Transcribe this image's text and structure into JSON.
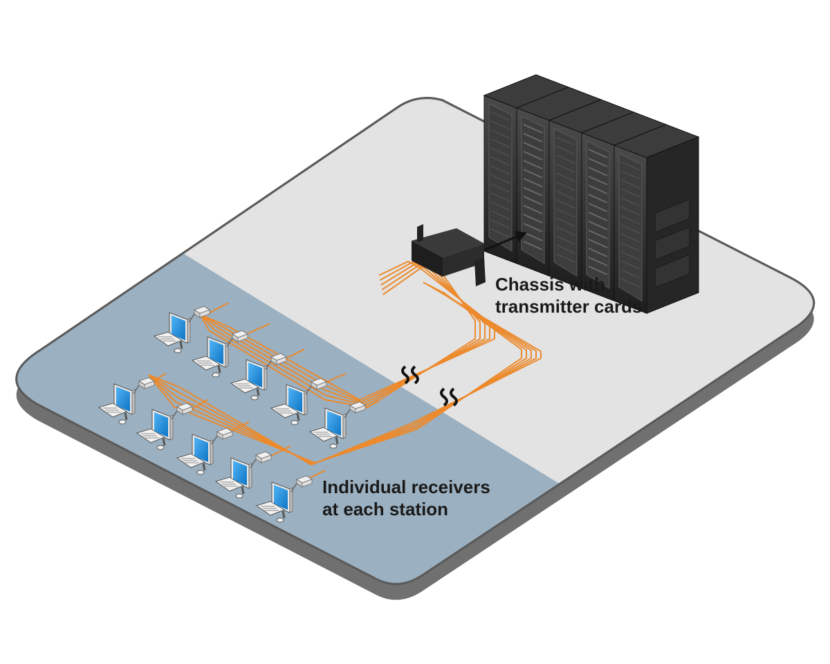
{
  "labels": {
    "chassis_line1": "Chassis with",
    "chassis_line2": "transmitter cards",
    "receivers_line1": "Individual receivers",
    "receivers_line2": "at each station"
  },
  "components": {
    "server_racks": {
      "count": 5,
      "icon": "server-rack-icon"
    },
    "chassis": {
      "icon": "transmitter-chassis-icon"
    },
    "workstations": {
      "count": 10,
      "icon": "computer-workstation-icon"
    },
    "receivers": {
      "count": 10,
      "icon": "receiver-box-icon"
    },
    "cable_bundles": {
      "count": 2,
      "lines_per_bundle": 5,
      "cable_break_icon": "cable-break-icon"
    }
  },
  "colors": {
    "floor_light": "#e3e3e3",
    "floor_station_zone": "#9bb0c0",
    "floor_edge": "#6f6f6f",
    "cable": "#ec8a2c",
    "rack": "#2e2e2e",
    "monitor_screen": "#1a8fe0",
    "arrow": "#111111"
  }
}
